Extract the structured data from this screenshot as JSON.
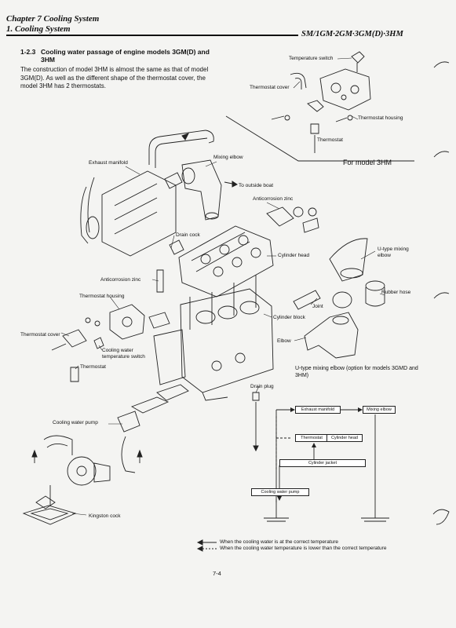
{
  "header": {
    "chapter": "Chapter 7 Cooling System",
    "section": "1. Cooling System",
    "models": "SM/1GM·2GM·3GM(D)·3HM"
  },
  "section_title": {
    "number": "1-2.3",
    "title": "Cooling water passage of engine models 3GM(D) and 3HM"
  },
  "body_text": "The construction of model 3HM is almost the same as that of model 3GM(D). As well as the different shape of the thermostat cover, the model 3HM has 2 thermostats.",
  "inset": {
    "caption": "For model 3HM",
    "labels": [
      "Temperature switch",
      "Thermostat cover",
      "Thermostat housing",
      "Thermostat"
    ]
  },
  "diagram_labels": {
    "exhaust_manifold": "Exhaust manifold",
    "mixing_elbow": "Mixing elbow",
    "to_outside_boat": "To outside boat",
    "anticorrosion_zinc_top": "Anticorrosion zinc",
    "drain_cock": "Drain cock",
    "cylinder_head": "Cylinder head",
    "u_type_mixing_elbow": "U-type mixing elbow",
    "rubber_hose": "Rubber hose",
    "joint": "Joint",
    "cylinder_block": "Cylinder block",
    "anticorrosion_zinc_left": "Anticorrosion zinc",
    "thermostat_housing": "Thermostat housing",
    "thermostat_cover": "Thermostat cover",
    "cooling_water_temp_switch": "Cooling water temperature switch",
    "thermostat": "Thermostat",
    "elbow": "Elbow",
    "u_type_option": "U-type mixing elbow (option for models 3GMD and 3HM)",
    "drain_plug": "Drain plug",
    "cooling_water_pump": "Cooling water pump",
    "kingston_cock": "Kingston cock"
  },
  "flow_boxes": {
    "exhaust_manifold": "Exhaust manifold",
    "mixing_elbow": "Mixing elbow",
    "thermostat": "Thermostat",
    "cylinder_head": "Cylinder head",
    "cylinder_jacket": "Cylinder jacket",
    "cooling_water_pump": "Cooling water pump"
  },
  "legend": {
    "solid": "When the cooling water is at the correct temperature",
    "dashed": "When the cooling water temperature is lower than the correct temperature"
  },
  "page_number": "7-4"
}
